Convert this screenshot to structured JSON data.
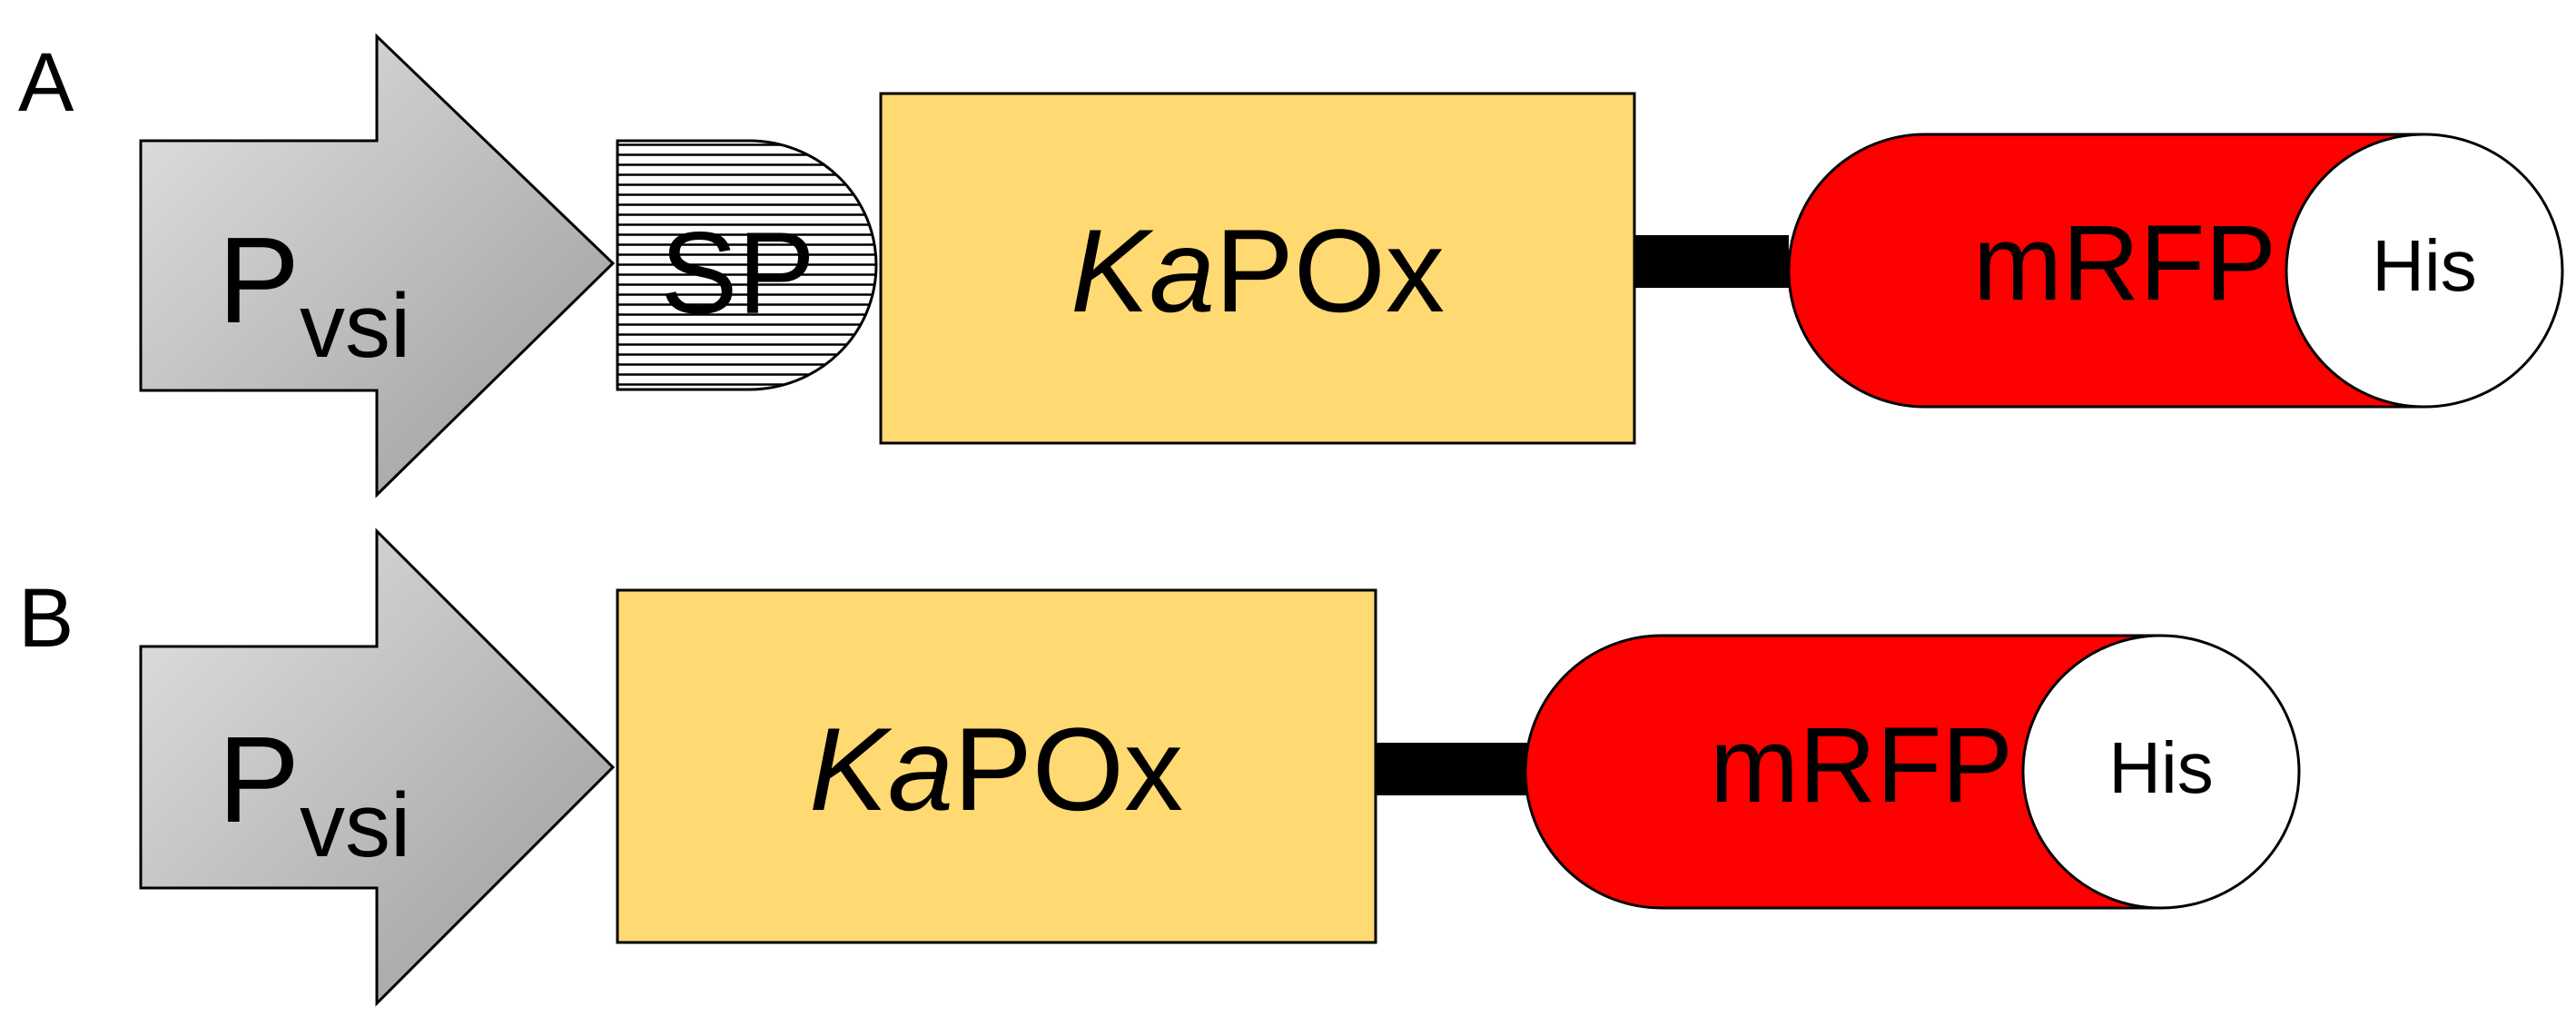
{
  "colors": {
    "promoter_fill_light": "#e3e3e3",
    "promoter_fill_dark": "#9a9a9a",
    "kapox_fill": "#ffd972",
    "mrfp_fill": "#ff0000",
    "his_fill": "#ffffff",
    "linker": "#000000",
    "outline": "#000000"
  },
  "panels": [
    {
      "label": "A",
      "promoter": {
        "main": "P",
        "sub": "vsi"
      },
      "signal_peptide": "SP",
      "kapox": {
        "italic": "Ka",
        "plain": "POx"
      },
      "mrfp": "mRFP",
      "his": "His"
    },
    {
      "label": "B",
      "promoter": {
        "main": "P",
        "sub": "vsi"
      },
      "kapox": {
        "italic": "Ka",
        "plain": "POx"
      },
      "mrfp": "mRFP",
      "his": "His"
    }
  ]
}
